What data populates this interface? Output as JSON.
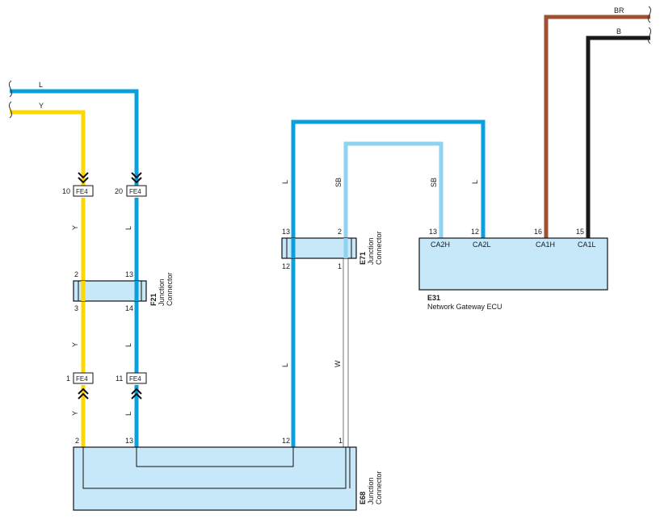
{
  "colors": {
    "L": "#0aa0dc",
    "Y": "#ffd700",
    "SB": "#8fd3f0",
    "W": "#ffffff",
    "BR": "#a05030",
    "B": "#1a1a1a",
    "connector_fill": "#c6e8f8"
  },
  "wires": {
    "left_L_label": "L",
    "left_Y_label": "Y",
    "fe4_top_L": "L",
    "fe4_top_Y": "Y",
    "mid_L": "L",
    "mid_Y": "Y",
    "bot_L": "L",
    "bot_Y": "Y",
    "e71_L_up": "L",
    "e71_SB_up": "SB",
    "e31_SB": "SB",
    "e31_L": "L",
    "e71_L_down": "L",
    "e71_W_down": "W",
    "top_BR": "BR",
    "top_B": "B"
  },
  "fe4": {
    "top_left_pin": "10",
    "top_left_tag": "FE4",
    "top_right_pin": "20",
    "top_right_tag": "FE4",
    "bot_left_pin": "1",
    "bot_left_tag": "FE4",
    "bot_right_pin": "11",
    "bot_right_tag": "FE4"
  },
  "f21": {
    "id": "F21",
    "desc_line1": "Junction",
    "desc_line2": "Connector",
    "pin_top_left": "2",
    "pin_top_right": "13",
    "pin_bot_left": "3",
    "pin_bot_right": "14"
  },
  "e71": {
    "id": "E71",
    "desc_line1": "Junction",
    "desc_line2": "Connector",
    "pin_top_left": "13",
    "pin_top_right": "2",
    "pin_bot_left": "12",
    "pin_bot_right": "1"
  },
  "e31": {
    "id": "E31",
    "desc": "Network Gateway ECU",
    "pins": [
      {
        "num": "13",
        "name": "CA2H"
      },
      {
        "num": "12",
        "name": "CA2L"
      },
      {
        "num": "16",
        "name": "CA1H"
      },
      {
        "num": "15",
        "name": "CA1L"
      }
    ]
  },
  "e68": {
    "id": "E68",
    "desc_line1": "Junction",
    "desc_line2": "Connector",
    "pin_1": "2",
    "pin_2": "13",
    "pin_3": "12",
    "pin_4": "1"
  }
}
